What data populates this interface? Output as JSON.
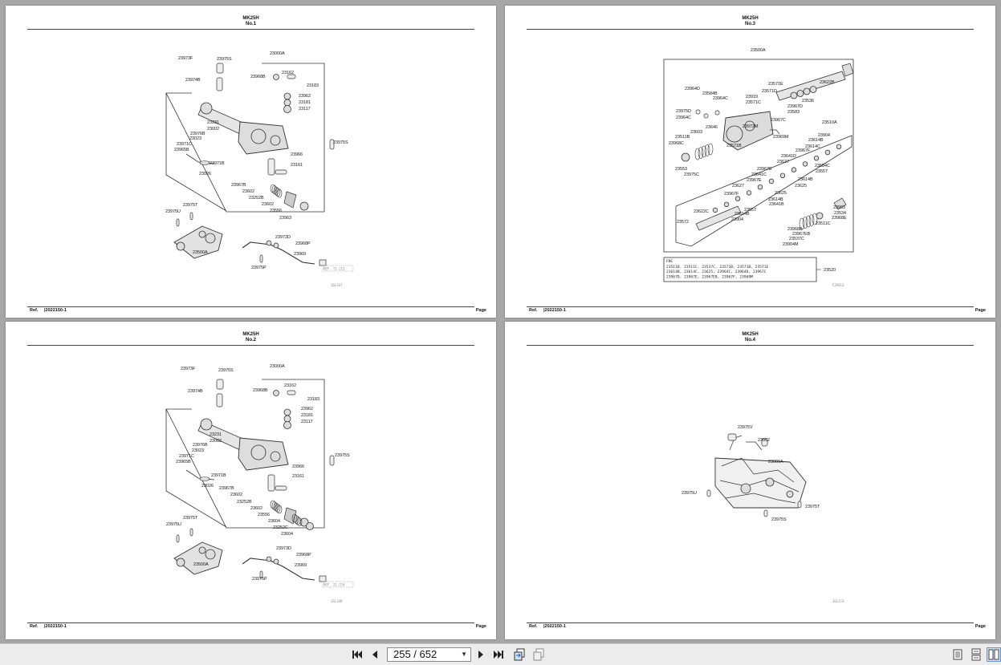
{
  "pages": [
    {
      "model": "MK25H",
      "number": "No.1",
      "labels": [
        "23973F",
        "23975S",
        "23000A",
        "23974B",
        "23968B",
        "23162",
        "23183",
        "23962",
        "23181",
        "23117",
        "23231",
        "23002",
        "23976B",
        "23023",
        "23971C",
        "23965B",
        "23971B",
        "23975S",
        "23966",
        "23161",
        "23026",
        "23967B",
        "23602",
        "23252B",
        "23602",
        "23556",
        "23963",
        "23975T",
        "23975U",
        "23500A",
        "23973D",
        "23968P",
        "23969",
        "23975P"
      ],
      "code": "16L167",
      "stamp": "REF. 21-213",
      "ref_label": "Ref.",
      "ref_value": "|2022150-1",
      "page_label": "Page"
    },
    {
      "model": "MK25H",
      "number": "No.2",
      "labels": [
        "23973F",
        "23975S",
        "23000A",
        "23974B",
        "23968B",
        "23162",
        "23183",
        "23962",
        "23181",
        "23117",
        "23231",
        "23002",
        "23976B",
        "23023",
        "23971C",
        "23965B",
        "23971B",
        "23975S",
        "23966",
        "23161",
        "23026",
        "23967B",
        "23602",
        "23252B",
        "23602",
        "23556",
        "23604",
        "23252C",
        "23604",
        "23975T",
        "23975U",
        "23500A",
        "23973D",
        "23968P",
        "23969",
        "23975P"
      ],
      "code": "16L168",
      "stamp": "REF. 21-214",
      "ref_label": "Ref.",
      "ref_value": "|2022150-1",
      "page_label": "Page"
    },
    {
      "model": "MK25H",
      "number": "No.3",
      "labels": [
        "23500A",
        "23571E",
        "23622B",
        "23964D",
        "23584B",
        "23571D",
        "23536",
        "23964C",
        "23919",
        "23571C",
        "23967D",
        "23975D",
        "23583",
        "23964C",
        "23967C",
        "23646",
        "23972M",
        "23603",
        "23511B",
        "23968C",
        "23571B",
        "23969M",
        "23510A",
        "23904",
        "23614B",
        "23614C",
        "23967F",
        "23641D",
        "23627",
        "23584C",
        "23553",
        "23975C",
        "23967E",
        "23557",
        "23641C",
        "23614B",
        "23967E",
        "23625",
        "23627",
        "23967F",
        "23625",
        "23614B",
        "23641B",
        "23622C",
        "23557",
        "23614B",
        "23904",
        "23572",
        "23993",
        "23534",
        "23968E",
        "23511C",
        "23968B",
        "23967EB",
        "23537C",
        "23904M"
      ],
      "fnc_title": "FNC",
      "fnc_lines": [
        "23511B, 23511C, 23537C, 23571B, 23571B, 23571E",
        "23614B, 23614C, 23625, 23964C, 23964D, 23967C",
        "23967D, 23967E, 23967EB, 23967F, 23969M"
      ],
      "fnc_part": "23520",
      "code": "C3V013",
      "ref_label": "Ref.",
      "ref_value": "|2022150-1",
      "page_label": "Page"
    },
    {
      "model": "MK25H",
      "number": "No.4",
      "labels": [
        "23975V",
        "23002",
        "23000A",
        "23975U",
        "23975T",
        "23975S"
      ],
      "code": "16L113",
      "ref_label": "Ref.",
      "ref_value": "|2022150-1",
      "page_label": "Page"
    }
  ],
  "toolbar": {
    "first_page_icon": "first-page-icon",
    "prev_page_icon": "prev-page-icon",
    "page_indicator": "255 / 652",
    "next_page_icon": "next-page-icon",
    "last_page_icon": "last-page-icon",
    "view_icons": [
      "fit-page-icon",
      "fit-width-icon",
      "single-page-view-icon",
      "continuous-view-icon",
      "two-page-view-icon"
    ]
  }
}
